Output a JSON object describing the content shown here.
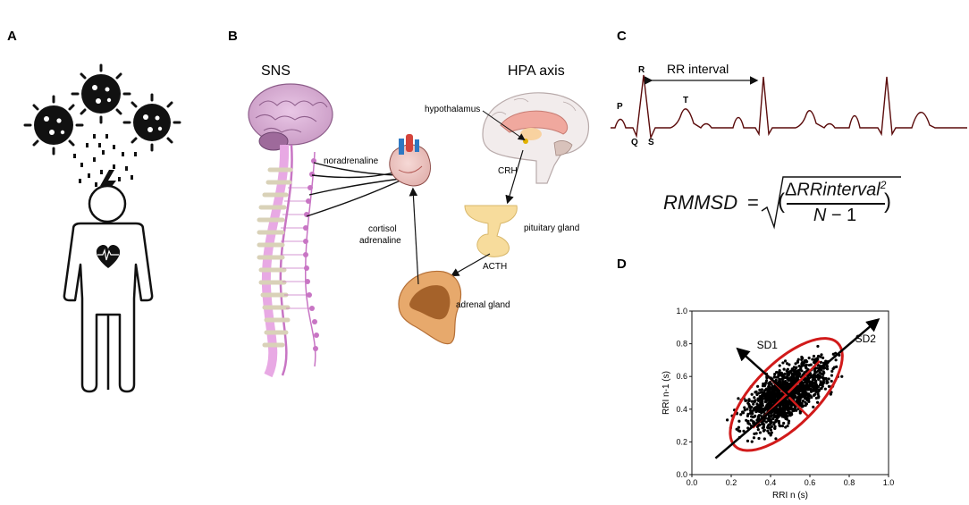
{
  "panels": {
    "a": {
      "letter": "A"
    },
    "b": {
      "letter": "B",
      "sns_title": "SNS",
      "hpa_title": "HPA axis",
      "labels": {
        "noradrenaline": "noradrenaline",
        "hypothalamus": "hypothalamus",
        "crh": "CRH",
        "pituitary": "pituitary gland",
        "acth": "ACTH",
        "adrenal": "adrenal gland",
        "cortisol": "cortisol",
        "adrenaline": "adrenaline"
      }
    },
    "c": {
      "letter": "C",
      "rr_interval": "RR interval",
      "waves": {
        "p": "P",
        "q": "Q",
        "r": "R",
        "s": "S",
        "t": "T"
      },
      "formula": {
        "lhs": "RMMSD",
        "eq": "=",
        "num_delta": "Δ",
        "num_text": "RRinterval",
        "num_sup": "2",
        "den_n": "N",
        "den_rest": " − 1",
        "paren_l": "(",
        "paren_r": ")"
      },
      "ecg_color": "#5b0c0c"
    },
    "d": {
      "letter": "D"
    }
  },
  "chart_data": {
    "type": "scatter",
    "title": "",
    "xlabel": "RRI n (s)",
    "ylabel": "RRI n-1 (s)",
    "xlim": [
      0.0,
      1.0
    ],
    "ylim": [
      0.0,
      1.0
    ],
    "x_ticks": [
      "0.0",
      "0.2",
      "0.4",
      "0.6",
      "0.8",
      "1.0"
    ],
    "y_ticks": [
      "0.0",
      "0.2",
      "0.4",
      "0.6",
      "0.8",
      "1.0"
    ],
    "grid": false,
    "point_color": "#000000",
    "ellipse": {
      "center": [
        0.48,
        0.49
      ],
      "sd1": 0.16,
      "sd2": 0.37,
      "angle_deg": 45,
      "color": "#d11a1a"
    },
    "annotations": [
      {
        "text": "SD1",
        "direction": "perpendicular"
      },
      {
        "text": "SD2",
        "direction": "identity"
      }
    ],
    "identity_line": {
      "from": [
        0.12,
        0.1
      ],
      "to": [
        0.93,
        0.93
      ]
    },
    "cloud": {
      "n": 1400,
      "spread_major": 0.13,
      "spread_minor": 0.06
    }
  }
}
